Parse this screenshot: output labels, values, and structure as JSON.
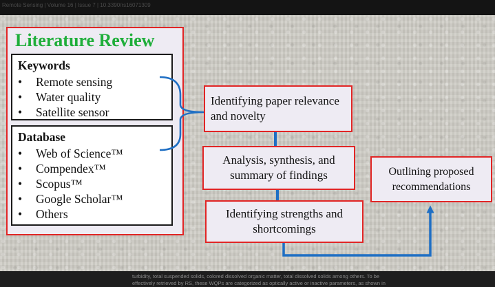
{
  "header": {
    "citation": "Remote Sensing  |  Volume 16  |  Issue 7  |  10.3390/rs16071309"
  },
  "literature_review": {
    "title": "Literature Review",
    "keywords": {
      "heading": "Keywords",
      "items": [
        "Remote sensing",
        "Water quality",
        "Satellite sensor"
      ]
    },
    "database": {
      "heading": "Database",
      "items": [
        "Web of Science™",
        "Compendex™",
        "Scopus™",
        "Google Scholar™",
        "Others"
      ]
    }
  },
  "flow": {
    "step1": "Identifying paper relevance and novelty",
    "step2": "Analysis, synthesis, and summary of findings",
    "step3": "Identifying strengths and shortcomings",
    "step4": "Outlining proposed recommendations"
  },
  "colors": {
    "box_border": "#e12525",
    "title_green": "#1fae3a",
    "arrow_blue": "#1f6fc4"
  },
  "footer": {
    "line1": "turbidity, total suspended solids, colored dissolved organic matter, total dissolved solids among others. To be",
    "line2": "effectively retrieved by RS, these WQPs are categorized as optically active or inactive parameters, as shown in"
  }
}
